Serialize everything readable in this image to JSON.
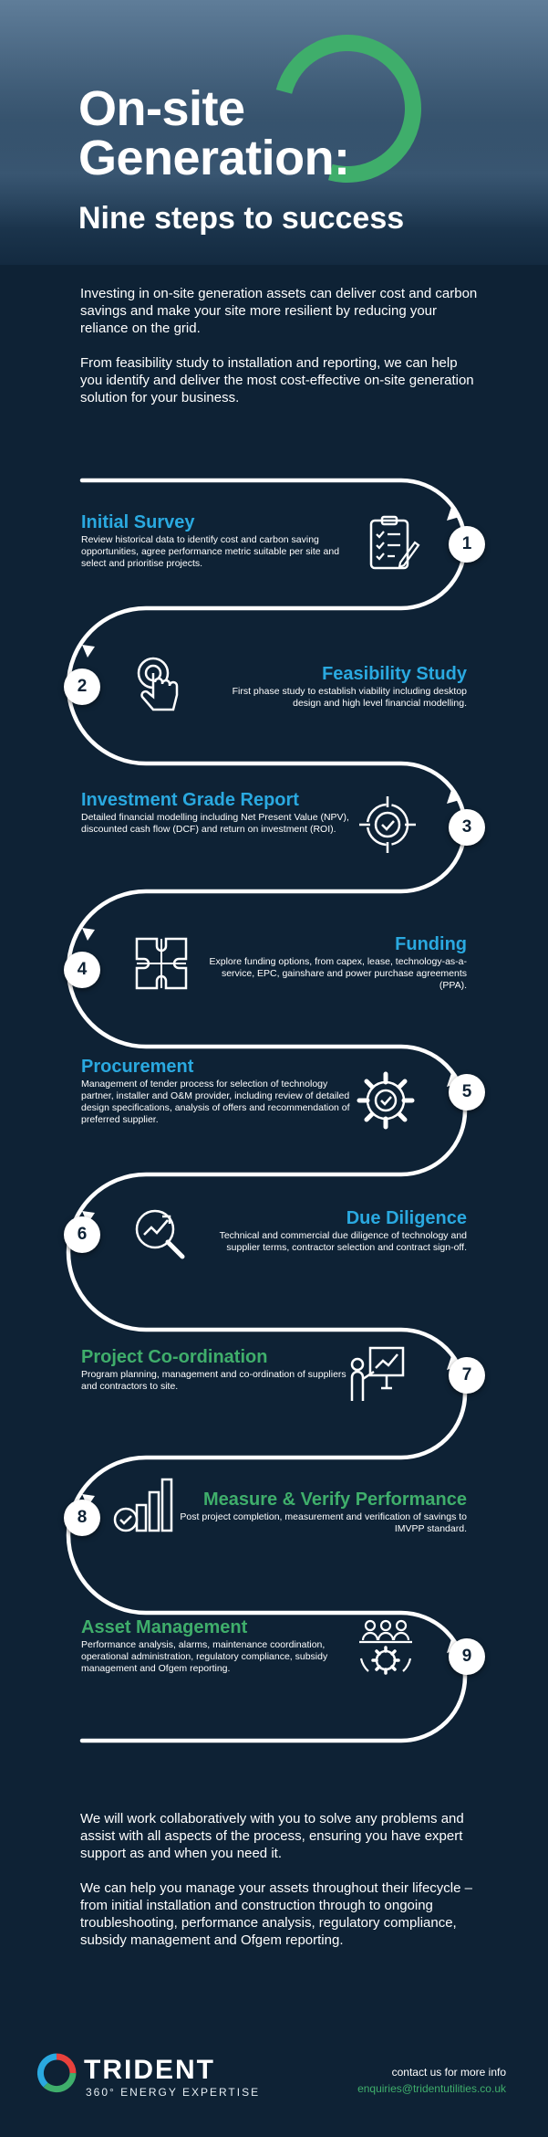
{
  "hero": {
    "title_line1": "On-site",
    "title_line2": "Generation:",
    "subtitle": "Nine steps to success",
    "accent_color": "#3fae6b"
  },
  "intro": {
    "p1": "Investing in on-site generation assets can deliver cost and carbon savings and make your site more resilient by reducing your reliance on the grid.",
    "p2": "From feasibility study to installation and reporting, we can help you identify and deliver the most cost-effective on-site generation solution for your business."
  },
  "steps": [
    {
      "number": "1",
      "title": "Initial Survey",
      "icon": "clipboard-checklist-icon",
      "text": "Review historical data to identify cost and carbon saving opportunities, agree performance metric suitable per site and select and prioritise projects."
    },
    {
      "number": "2",
      "title": "Feasibility Study",
      "icon": "hand-tap-icon",
      "text": "First phase study to establish viability including desktop design and high level financial modelling."
    },
    {
      "number": "3",
      "title": "Investment Grade Report",
      "icon": "target-check-icon",
      "text": "Detailed financial modelling including Net Present Value (NPV), discounted cash flow (DCF) and return on investment (ROI)."
    },
    {
      "number": "4",
      "title": "Funding",
      "icon": "puzzle-icon",
      "text": "Explore funding options, from capex, lease, technology-as-a-service, EPC, gainshare and power purchase agreements (PPA)."
    },
    {
      "number": "5",
      "title": "Procurement",
      "icon": "gear-check-icon",
      "text": "Management of tender  process for selection of technology partner, installer and O&M provider, including review of detailed design specifications, analysis of offers and recommendation of preferred supplier."
    },
    {
      "number": "6",
      "title": "Due Diligence",
      "icon": "magnifier-chart-icon",
      "text": "Technical and commercial due diligence of technology and supplier terms, contractor selection and contract sign-off."
    },
    {
      "number": "7",
      "title": "Project Co-ordination",
      "icon": "presenter-board-icon",
      "text": "Program planning, management and co-ordination of suppliers and contractors to site."
    },
    {
      "number": "8",
      "title": "Measure & Verify Performance",
      "icon": "bar-chart-check-icon",
      "text": "Post project completion, measurement and verification of savings to IMVPP standard."
    },
    {
      "number": "9",
      "title": "Asset Management",
      "icon": "team-gear-icon",
      "text": "Performance analysis, alarms, maintenance coordination, operational administration, regulatory compliance, subsidy management and Ofgem reporting."
    }
  ],
  "outro": {
    "p1": "We will work collaboratively with you to solve any problems and assist with all aspects of the process, ensuring you have expert support as and when you need it.",
    "p2": "We can help you manage your assets throughout their lifecycle – from initial installation and construction through to ongoing troubleshooting, performance analysis, regulatory compliance, subsidy management and Ofgem reporting."
  },
  "footer": {
    "brand": "TRIDENT",
    "tagline": "360° ENERGY EXPERTISE",
    "contact_label": "contact us for more info",
    "email": "enquiries@tridentutilities.co.uk"
  }
}
